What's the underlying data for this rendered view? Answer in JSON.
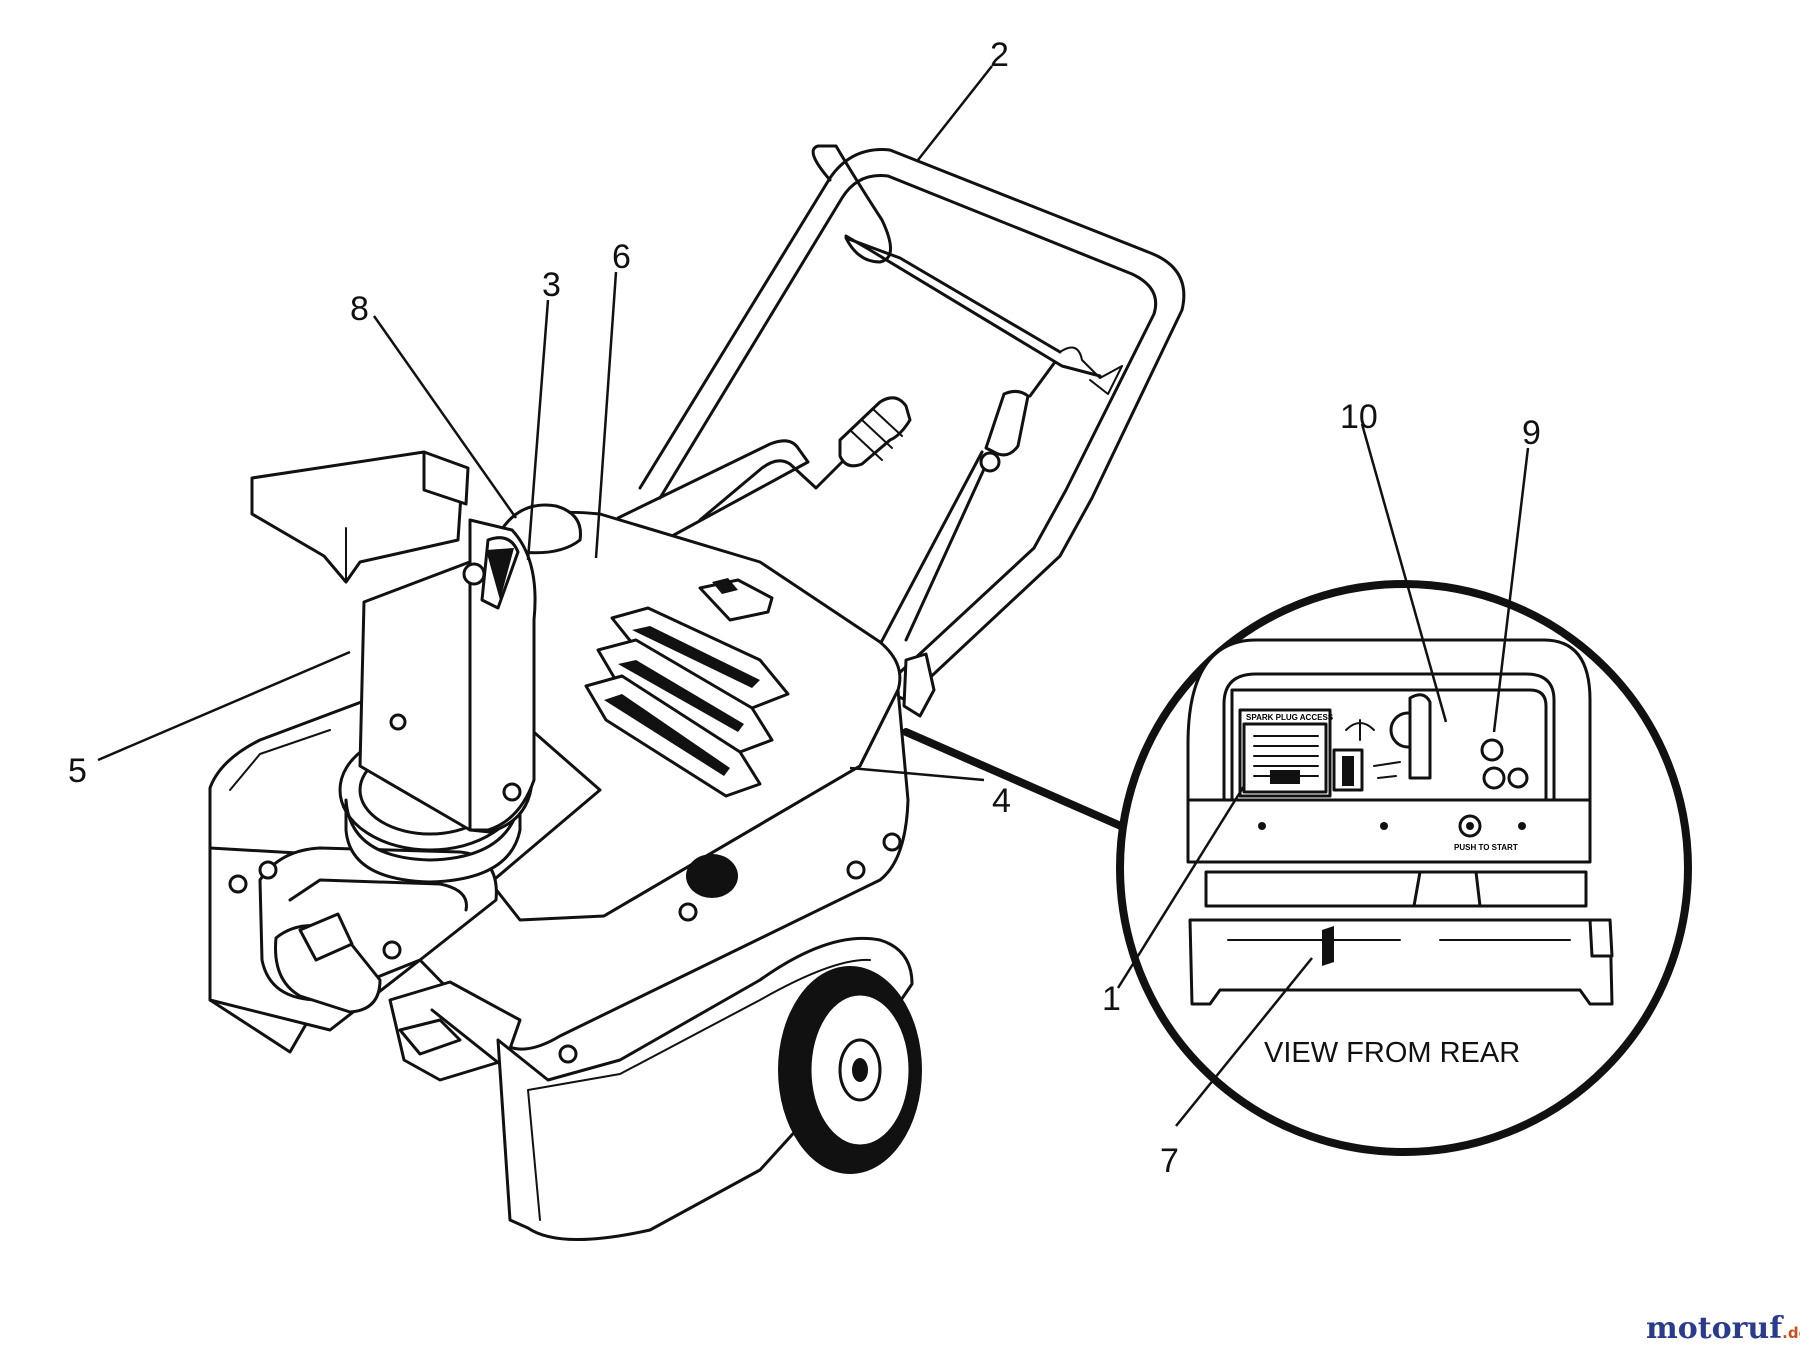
{
  "diagram": {
    "callouts": [
      {
        "id": "c1",
        "label": "1"
      },
      {
        "id": "c2",
        "label": "2"
      },
      {
        "id": "c3",
        "label": "3"
      },
      {
        "id": "c4",
        "label": "4"
      },
      {
        "id": "c5",
        "label": "5"
      },
      {
        "id": "c6",
        "label": "6"
      },
      {
        "id": "c7",
        "label": "7"
      },
      {
        "id": "c8",
        "label": "8"
      },
      {
        "id": "c9",
        "label": "9"
      },
      {
        "id": "c10",
        "label": "10"
      }
    ],
    "inset_caption": "VIEW FROM REAR",
    "panel_label_top": "SPARK PLUG ACCESS",
    "panel_label_bottom": "PUSH TO START"
  },
  "watermark": {
    "brand": "motoruf",
    "suffix": ".de",
    "brand_color": "#2a3a8c",
    "accent_color": "#c8511b"
  }
}
